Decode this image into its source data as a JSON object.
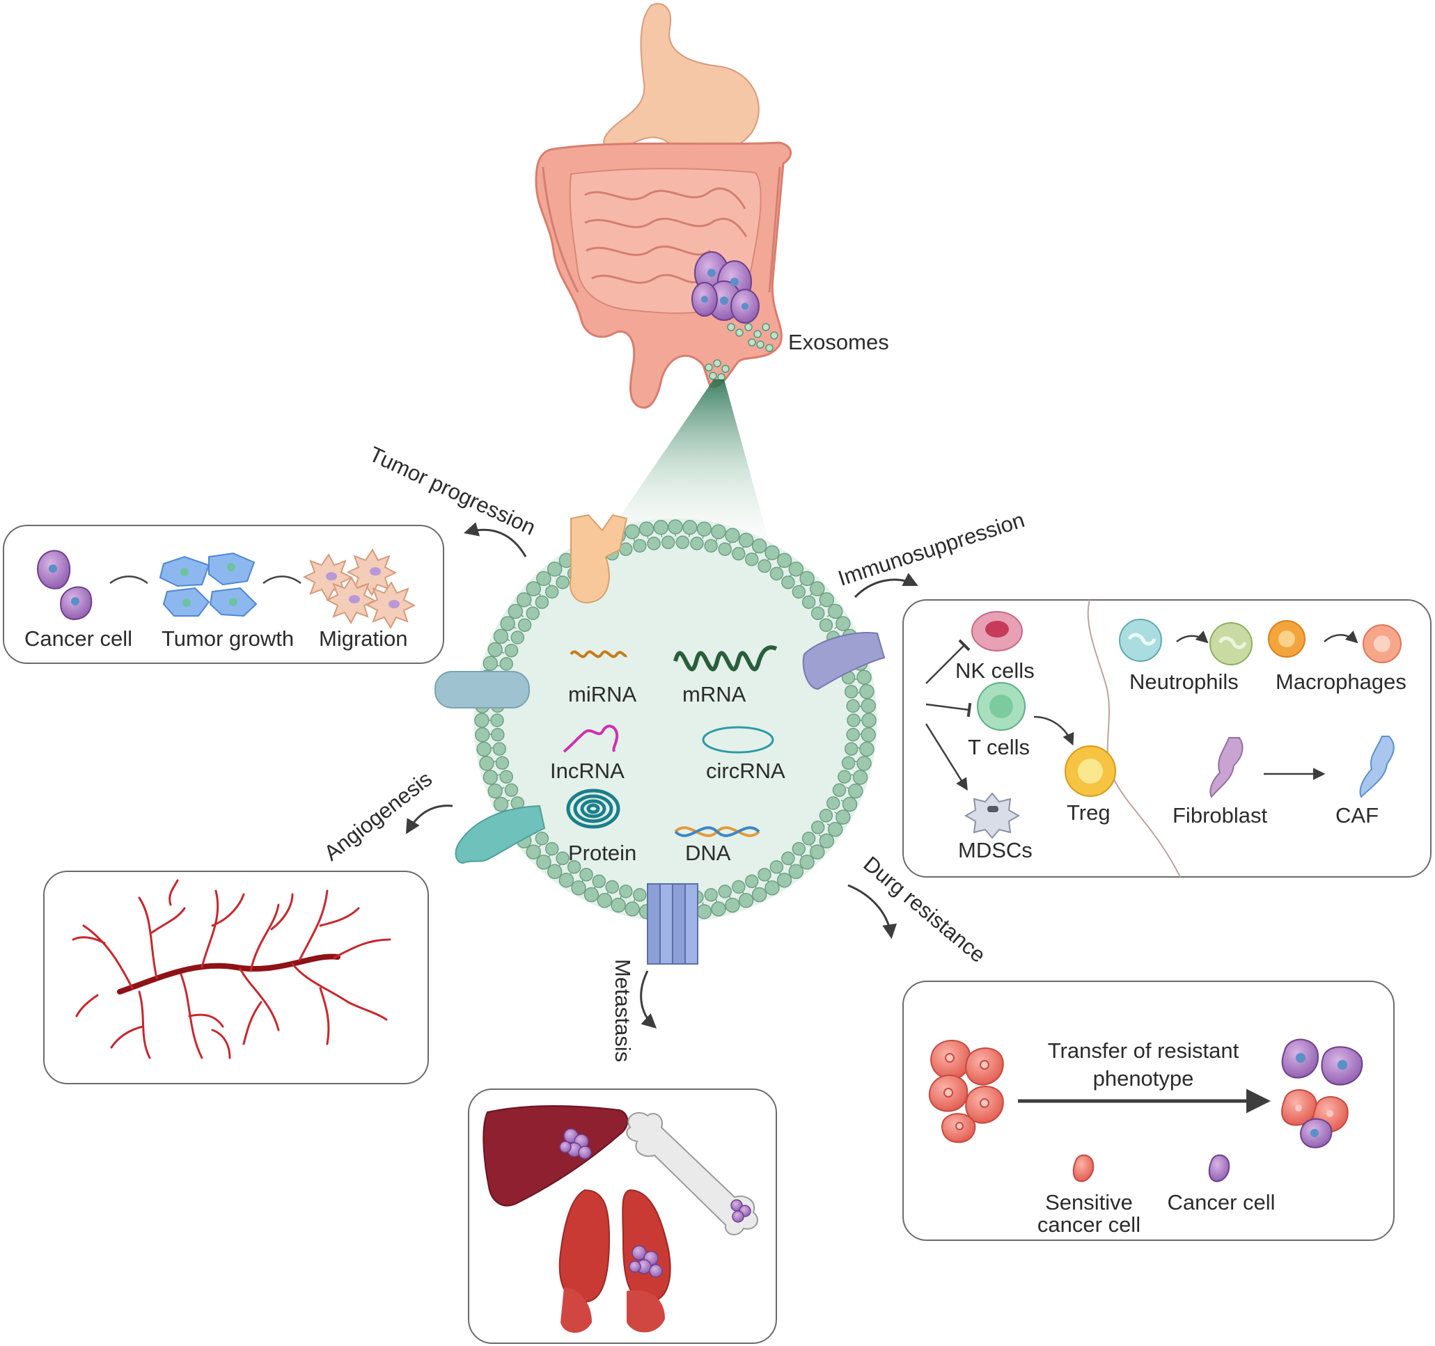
{
  "labels": {
    "exosomes": "Exosomes",
    "tumor_progression": "Tumor progression",
    "immunosuppression": "Immunosuppression",
    "angiogenesis": "Angiogenesis",
    "metastasis": "Metastasis",
    "drug_resistance": "Durg resistance"
  },
  "cargo": {
    "mirna": "miRNA",
    "mrna": "mRNA",
    "lncrna": "IncRNA",
    "circrna": "circRNA",
    "protein": "Protein",
    "dna": "DNA"
  },
  "tumor_panel": {
    "cancer_cell": "Cancer cell",
    "tumor_growth": "Tumor growth",
    "migration": "Migration"
  },
  "immune_panel": {
    "nk_cells": "NK cells",
    "t_cells": "T cells",
    "treg": "Treg",
    "mdscs": "MDSCs",
    "neutrophils": "Neutrophils",
    "macrophages": "Macrophages",
    "fibroblast": "Fibroblast",
    "caf": "CAF"
  },
  "resistance_panel": {
    "transfer_line1": "Transfer of resistant",
    "transfer_line2": "phenotype",
    "sensitive_line1": "Sensitive",
    "sensitive_line2": "cancer cell",
    "cancer_cell": "Cancer cell"
  },
  "colors": {
    "intestine": "#f2a092",
    "stomach": "#f7c9a7",
    "membrane_bead": "#9cc9ae",
    "exosome_fill": "#e3f1ea",
    "vessel": "#c7272d",
    "tumor_purple": "#a77ac2",
    "sensitive_red": "#ee7468"
  }
}
